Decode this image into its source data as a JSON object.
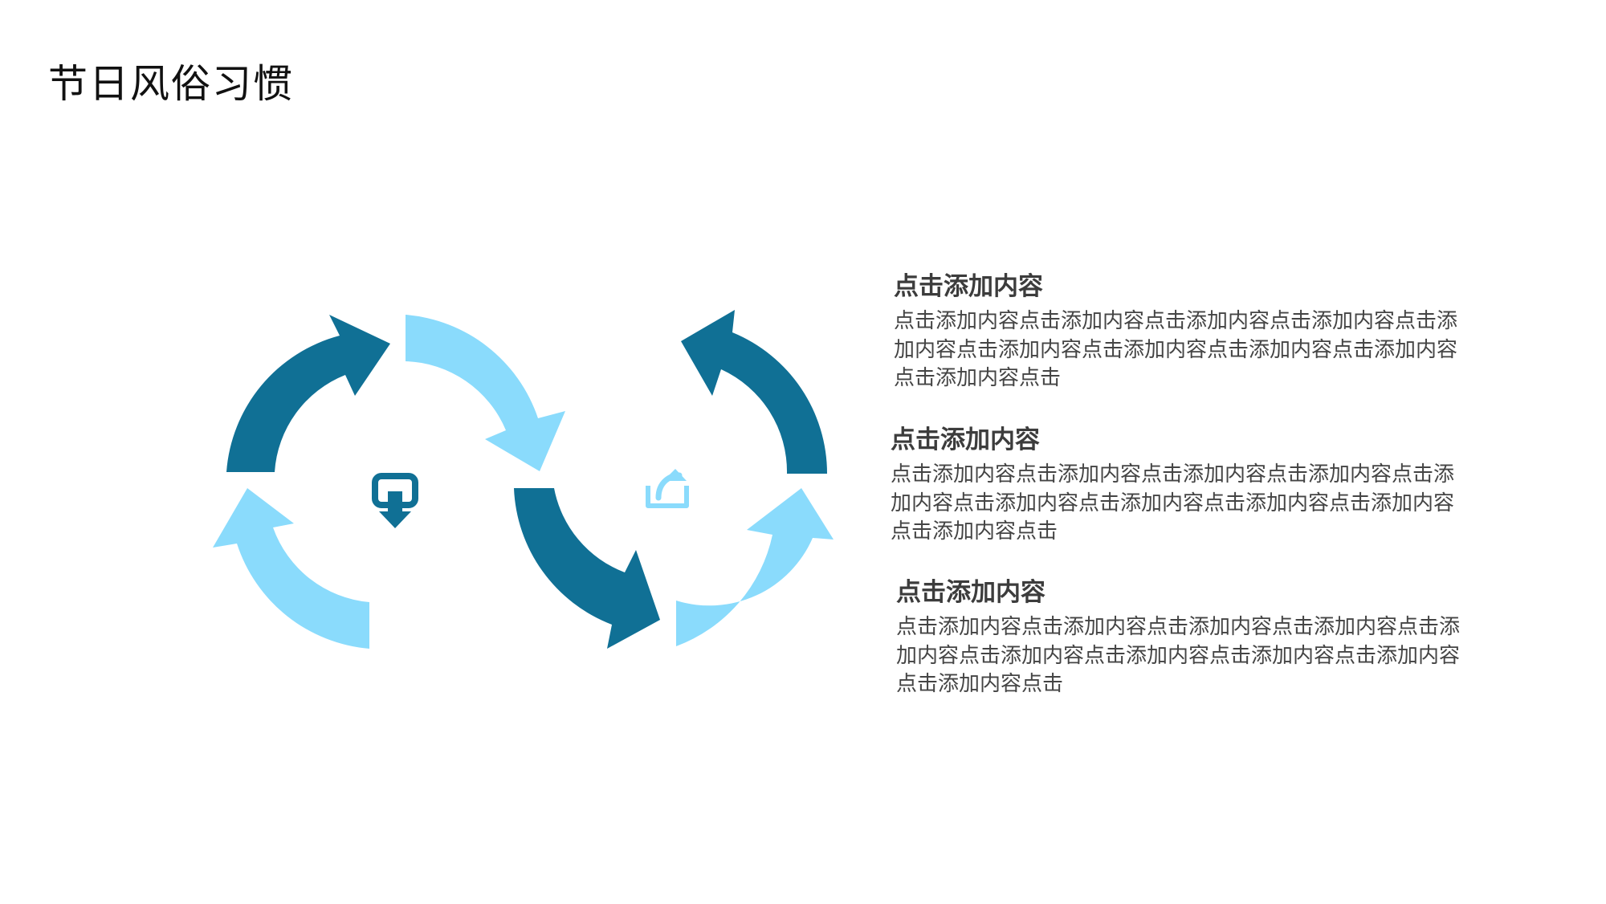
{
  "title": "节日风俗习惯",
  "colors": {
    "dark": "#107095",
    "light": "#8ADBFC",
    "heading": "#3c3c3c",
    "body": "#444444"
  },
  "icons": {
    "left": "download-arrow-icon",
    "right": "share-upload-icon"
  },
  "blocks": [
    {
      "heading": "点击添加内容",
      "body": "点击添加内容点击添加内容点击添加内容点击添加内容点击添加内容点击添加内容点击添加内容点击添加内容点击添加内容点击添加内容点击"
    },
    {
      "heading": "点击添加内容",
      "body": "点击添加内容点击添加内容点击添加内容点击添加内容点击添加内容点击添加内容点击添加内容点击添加内容点击添加内容点击添加内容点击"
    },
    {
      "heading": "点击添加内容",
      "body": "点击添加内容点击添加内容点击添加内容点击添加内容点击添加内容点击添加内容点击添加内容点击添加内容点击添加内容点击添加内容点击"
    }
  ]
}
